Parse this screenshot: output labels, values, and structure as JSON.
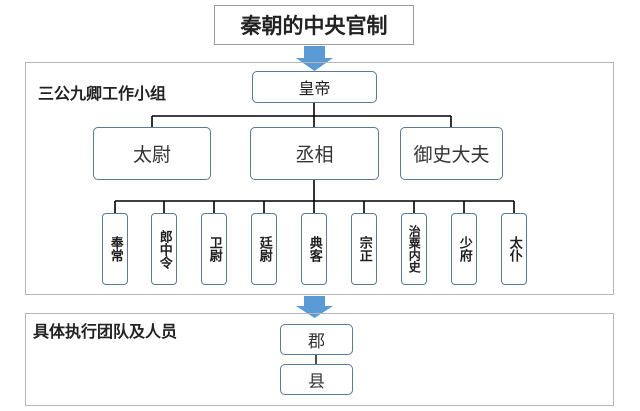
{
  "title": "秦朝的中央官制",
  "group1": {
    "label": "三公九卿工作小组",
    "emperor": "皇帝",
    "three_lords": [
      "太尉",
      "丞相",
      "御史大夫"
    ],
    "nine_ministers": [
      "奉常",
      "郎中令",
      "卫尉",
      "廷尉",
      "典客",
      "宗正",
      "治粟内史",
      "少府",
      "太仆"
    ]
  },
  "group2": {
    "label": "具体执行团队及人员",
    "units": [
      "郡",
      "县"
    ]
  },
  "colors": {
    "box_border": "#5b7a96",
    "arrow": "#5b9bd5",
    "connector": "#000000"
  }
}
